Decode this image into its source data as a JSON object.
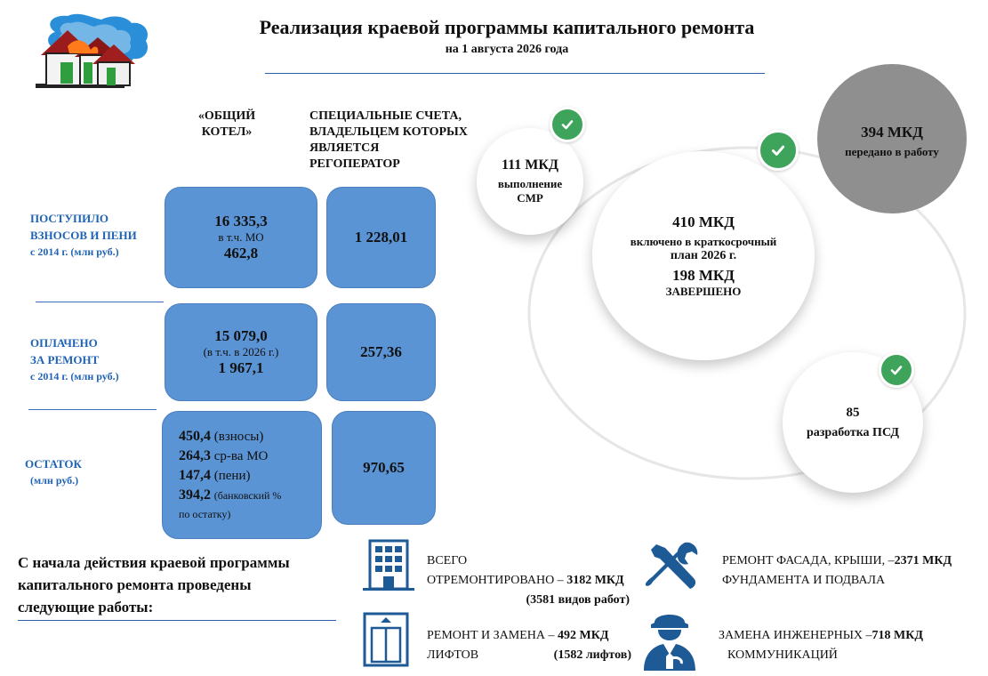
{
  "header": {
    "title": "Реализация краевой программы капитального ремонта",
    "subtitle": "на 1 августа 2026 года"
  },
  "columns": {
    "common_pot": "«ОБЩИЙ КОТЕЛ»",
    "special_accounts": "СПЕЦИАЛЬНЫЕ СЧЕТА, ВЛАДЕЛЬЦЕМ КОТОРЫХ ЯВЛЯЕТСЯ РЕГОПЕРАТОР"
  },
  "rows": [
    {
      "label_1": "ПОСТУПИЛО",
      "label_2": "ВЗНОСОВ И ПЕНИ",
      "label_3": "с 2014 г. (млн руб.)",
      "pot_main": "16 335,3",
      "pot_note": "в т.ч. МО",
      "pot_sub": "462,8",
      "special": "1 228,01"
    },
    {
      "label_1": "ОПЛАЧЕНО",
      "label_2": "ЗА РЕМОНТ",
      "label_3": "с 2014 г. (млн руб.)",
      "pot_main": "15 079,0",
      "pot_note": "(в т.ч. в 2026 г.)",
      "pot_sub": "1 967,1",
      "special": "257,36"
    }
  ],
  "remainder": {
    "label_1": "ОСТАТОК",
    "label_2": "(млн руб.)",
    "lines": [
      {
        "value": "450,4",
        "text": "(взносы)"
      },
      {
        "value": "264,3",
        "text": "ср-ва МО"
      },
      {
        "value": "147,4",
        "text": "(пени)"
      },
      {
        "value": "394,2",
        "text": "(банковский %"
      }
    ],
    "tail": "по остатку)",
    "special": "970,65"
  },
  "circles": {
    "smr_count": "111 МКД",
    "smr_label_1": "выполнение",
    "smr_label_2": "СМР",
    "transferred_count": "394 МКД",
    "transferred_label": "передано в работу",
    "plan_count": "410 МКД",
    "plan_label_1": "включено в краткосрочный",
    "plan_label_2": "план 2026 г.",
    "done_count": "198 МКД",
    "done_label": "ЗАВЕРШЕНО",
    "psd_count": "85",
    "psd_label": "разработка ПСД"
  },
  "works": {
    "intro": "С начала действия краевой программы капитального ремонта проведены следующие работы:",
    "total_1": "ВСЕГО",
    "total_2": "ОТРЕМОНТИРОВАНО – ",
    "total_value": "3182 МКД",
    "total_note": "(3581 видов работ)",
    "facade_1": "РЕМОНТ ФАСАДА, КРЫШИ, –",
    "facade_value": "2371 МКД",
    "facade_2": "ФУНДАМЕНТА И ПОДВАЛА",
    "lifts_1": "РЕМОНТ И ЗАМЕНА – ",
    "lifts_value": "492 МКД",
    "lifts_2": "ЛИФТОВ",
    "lifts_note": "(1582 лифтов)",
    "eng_1": "ЗАМЕНА ИНЖЕНЕРНЫХ –",
    "eng_value": "718 МКД",
    "eng_2": "КОММУНИКАЦИЙ"
  },
  "colors": {
    "box_fill": "#5b94d4",
    "label_blue": "#1f63b5",
    "check_green": "#3fa45b",
    "gray_circle": "#8f8f8f",
    "icon_blue": "#1d5a96"
  },
  "icons": [
    "houses-logo-icon",
    "check-icon",
    "building-icon",
    "tools-icon",
    "elevator-icon",
    "worker-icon"
  ]
}
